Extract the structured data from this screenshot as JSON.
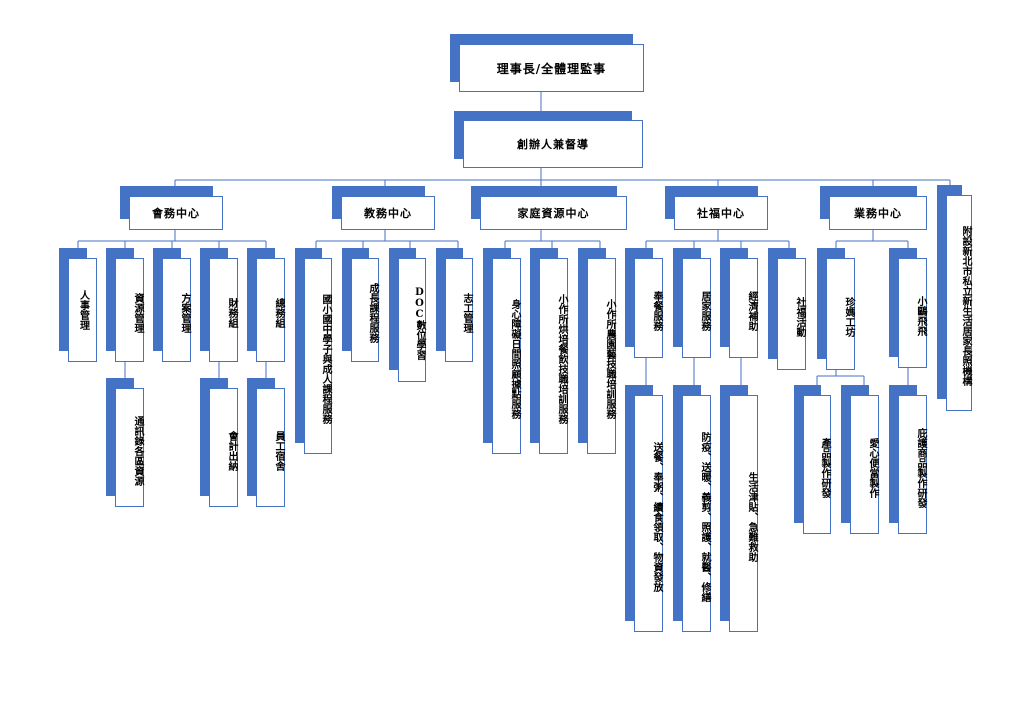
{
  "chart": {
    "root": "理事長/全體理監事",
    "supervisor": "創辦人兼督導",
    "annex": "附設新北市私立新生活居家長照機構",
    "centers": [
      {
        "name": "會務中心",
        "units": [
          {
            "label": "人事管理",
            "subs": []
          },
          {
            "label": "資源管理",
            "subs": [
              "通訊錄各區資源"
            ]
          },
          {
            "label": "方案管理",
            "subs": []
          },
          {
            "label": "財務組",
            "subs": [
              "會計出納"
            ]
          },
          {
            "label": "總務組",
            "subs": [
              "員工宿舍"
            ]
          }
        ]
      },
      {
        "name": "教務中心",
        "units": [
          {
            "label": "國小國中學子與成人課程服務",
            "subs": []
          },
          {
            "label": "成長課程服務",
            "subs": []
          },
          {
            "label": "DOC數位學習",
            "subs": []
          },
          {
            "label": "志工管理",
            "subs": []
          }
        ]
      },
      {
        "name": "家庭資源中心",
        "units": [
          {
            "label": "身心障礙日間照顧據點服務",
            "subs": []
          },
          {
            "label": "小作所烘培餐飲技職培訓服務",
            "subs": []
          },
          {
            "label": "小作所農園藝技職培訓服務",
            "subs": []
          }
        ]
      },
      {
        "name": "社福中心",
        "units": [
          {
            "label": "奉餐服務",
            "subs": [
              "送餐、奉粥、續食領取、物資發放"
            ]
          },
          {
            "label": "居家服務",
            "subs": [
              "防疫、送暖、義剪、照護、就醫、修繕"
            ]
          },
          {
            "label": "經濟補助",
            "subs": [
              "生活津貼、急難救助"
            ]
          },
          {
            "label": "社福活動",
            "subs": []
          }
        ]
      },
      {
        "name": "業務中心",
        "units": [
          {
            "label": "珍媽工坊",
            "subs": [
              "產品製作研發",
              "愛心便當製作"
            ]
          },
          {
            "label": "小鷗飛飛",
            "subs": [
              "庇護商品製作研發"
            ]
          }
        ]
      }
    ]
  }
}
